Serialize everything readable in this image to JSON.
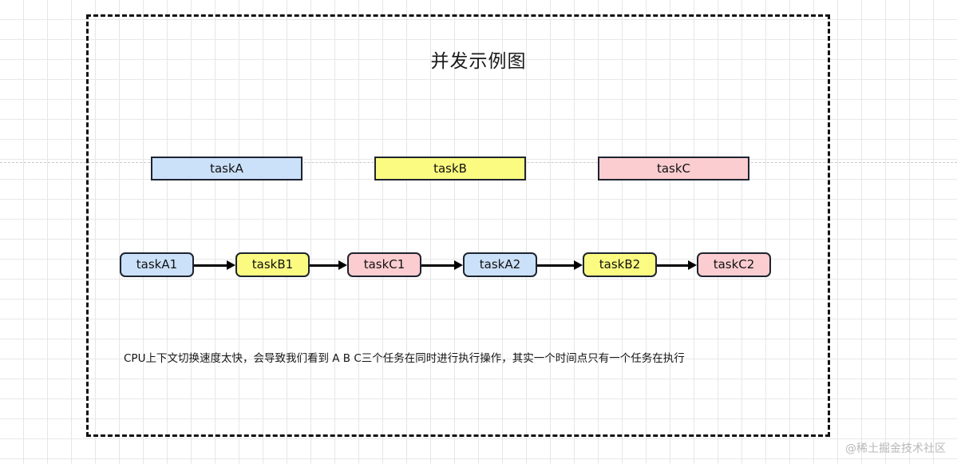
{
  "diagram": {
    "title": "并发示例图",
    "caption": "CPU上下文切换速度太快，会导致我们看到 A B C三个任务在同时进行执行操作，其实一个时间点只有一个任务在执行",
    "watermark": "@稀土掘金技术社区",
    "colors": {
      "blue_fill": "#cbe0f9",
      "yellow_fill": "#fbfb81",
      "pink_fill": "#fbcdd1",
      "border": "#1e2430",
      "frame": "#111111",
      "grid": "#e6e6e6"
    },
    "tasks": [
      {
        "label": "taskA",
        "color": "blue"
      },
      {
        "label": "taskB",
        "color": "yellow"
      },
      {
        "label": "taskC",
        "color": "pink"
      }
    ],
    "sequence": [
      {
        "label": "taskA1",
        "color": "blue"
      },
      {
        "label": "taskB1",
        "color": "yellow"
      },
      {
        "label": "taskC1",
        "color": "pink"
      },
      {
        "label": "taskA2",
        "color": "blue"
      },
      {
        "label": "taskB2",
        "color": "yellow"
      },
      {
        "label": "taskC2",
        "color": "pink"
      }
    ],
    "arrows": [
      {
        "from": "taskA1",
        "to": "taskB1"
      },
      {
        "from": "taskB1",
        "to": "taskC1"
      },
      {
        "from": "taskC1",
        "to": "taskA2"
      },
      {
        "from": "taskA2",
        "to": "taskB2"
      },
      {
        "from": "taskB2",
        "to": "taskC2"
      }
    ]
  }
}
